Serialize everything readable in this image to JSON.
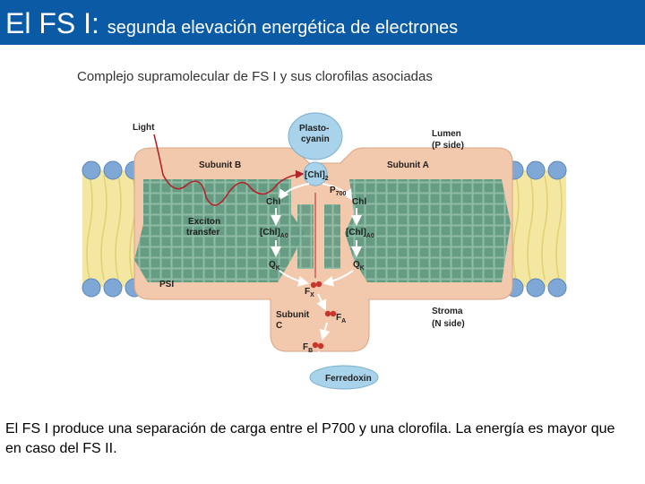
{
  "slide": {
    "title": "El FS I:",
    "subtitle": "segunda elevación energética de electrones",
    "caption": "El FS I produce una separación de carga entre el P700 y una clorofila. La energía es mayor que en caso del FS II."
  },
  "figure": {
    "heading": "Complejo supramolecular de FS I y sus clorofilas asociadas",
    "labels": {
      "light": "Light",
      "plastocyanin_1": "Plasto-",
      "plastocyanin_2": "cyanin",
      "lumen": "Lumen",
      "lumen_side": "(P side)",
      "subunit_b": "Subunit B",
      "subunit_a": "Subunit A",
      "chl2": "[Chl]",
      "chl2_sub": "2",
      "p700": "P",
      "p700_sub": "700",
      "chl_left": "Chl",
      "chl_right": "Chl",
      "chla0_left": "[Chl]",
      "chla0_right": "[Chl]",
      "a0_sub": "A0",
      "exciton_1": "Exciton",
      "exciton_2": "transfer",
      "qk_left": "Q",
      "qk_right": "Q",
      "k_sub": "K",
      "psi": "PSI",
      "fx": "F",
      "x_sub": "X",
      "subunit_c_1": "Subunit",
      "subunit_c_2": "C",
      "fa": "F",
      "a_sub": "A",
      "fb": "F",
      "b_sub": "B",
      "stroma": "Stroma",
      "stroma_side": "(N side)",
      "ferredoxin": "Ferredoxin"
    },
    "colors": {
      "title_bar": "#0b5aa6",
      "protein": "#f3c9ad",
      "chlorophyll": "#5f9a82",
      "lipid_head": "#7fa8d6",
      "lipid_tail": "#f4e7a1",
      "arrow_red": "#b3242a",
      "iron_sulfur": "#c8352b"
    }
  }
}
